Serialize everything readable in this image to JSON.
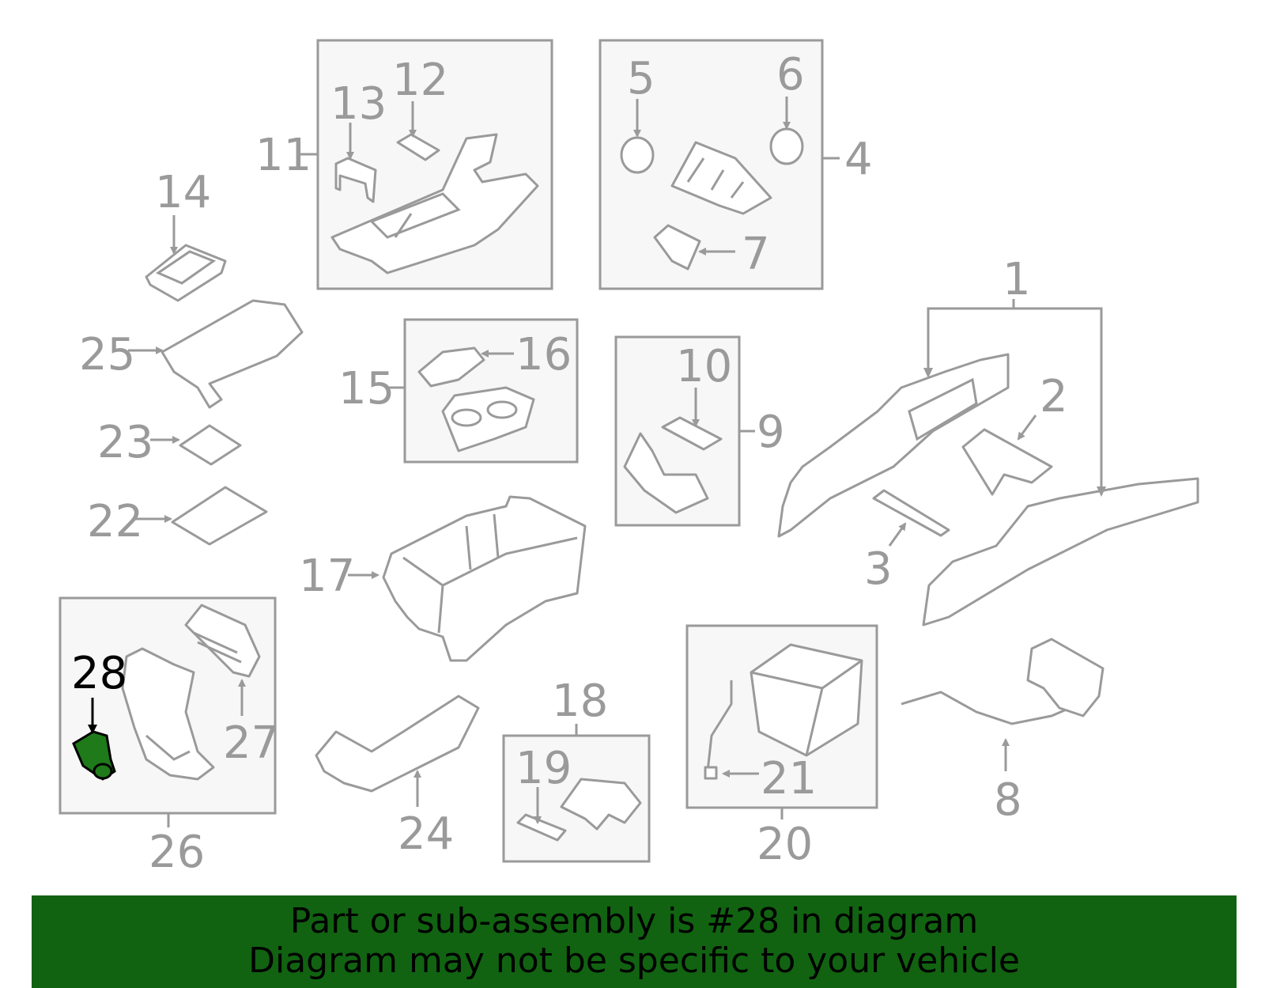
{
  "callouts": {
    "c1": "1",
    "c2": "2",
    "c3": "3",
    "c4": "4",
    "c5": "5",
    "c6": "6",
    "c7": "7",
    "c8": "8",
    "c9": "9",
    "c10": "10",
    "c11": "11",
    "c12": "12",
    "c13": "13",
    "c14": "14",
    "c15": "15",
    "c16": "16",
    "c17": "17",
    "c18": "18",
    "c19": "19",
    "c20": "20",
    "c21": "21",
    "c22": "22",
    "c23": "23",
    "c24": "24",
    "c25": "25",
    "c26": "26",
    "c27": "27",
    "c28": "28"
  },
  "highlighted_part": "28",
  "colors": {
    "line": "#9a9a9a",
    "highlight": "#1f7a1a",
    "banner": "#116311"
  },
  "banner": {
    "line1": "Part or sub-assembly is #28 in diagram",
    "line2": "Diagram may not be specific to your vehicle"
  }
}
